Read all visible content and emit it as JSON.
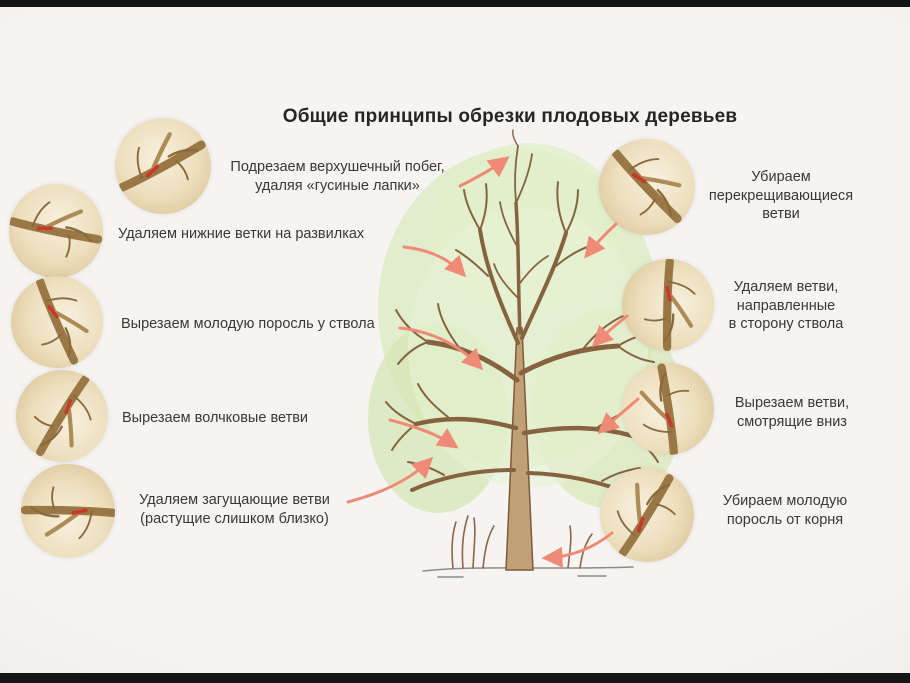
{
  "title": "Общие принципы обрезки плодовых деревьев",
  "left_items": [
    {
      "label": "Подрезаем верхушечный побег,\nудаляя «гусиные лапки»"
    },
    {
      "label": "Удаляем нижние ветки на развилках"
    },
    {
      "label": "Вырезаем молодую поросль у ствола"
    },
    {
      "label": "Вырезаем волчковые ветви"
    },
    {
      "label": "Удаляем загущающие ветви\n(растущие слишком близко)"
    }
  ],
  "right_items": [
    {
      "label": "Убираем\nперекрещивающиеся\nветви"
    },
    {
      "label": "Удаляем ветви,\nнаправленные\nв сторону ствола"
    },
    {
      "label": "Вырезаем ветви,\nсмотрящие вниз"
    },
    {
      "label": "Убираем молодую\nпоросль от корня"
    }
  ],
  "icons": {
    "branch_sketch": "branch-sketch-icon",
    "tree": "tree-illustration",
    "arrows": "pointer-arrows"
  },
  "colors": {
    "arrow": "#ef8a76",
    "cut_mark_red": "#c63a2b",
    "foliage_green": "#d9e9bd",
    "bark_brown": "#86633f",
    "background": "#f0eeec",
    "title_text": "#272421"
  }
}
